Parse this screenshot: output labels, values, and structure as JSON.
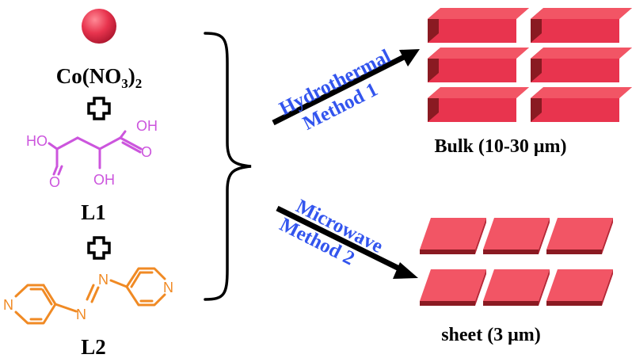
{
  "reagents": {
    "metal_salt": {
      "base": "Co(NO",
      "sub3": "3",
      "close": ")",
      "sub2": "2"
    },
    "ligand1": {
      "label": "L1",
      "oh_top": "OH",
      "ho_left": "HO",
      "o_left": "O",
      "o_right": "O",
      "oh_bottom": "OH"
    },
    "ligand2": {
      "label": "L2",
      "n_left": "N",
      "n_right": "N",
      "n_azo_top": "N",
      "n_azo_bottom": "N"
    }
  },
  "methods": {
    "method1": {
      "line1": "Hydrothermal",
      "line2": "Method 1"
    },
    "method2": {
      "line1": "Microwave",
      "line2": "Method 2"
    }
  },
  "products": {
    "bulk": {
      "caption": "Bulk (10-30 μm)"
    },
    "sheet": {
      "caption": "sheet (3 μm)"
    }
  },
  "colors": {
    "metal_sphere": "#e8344e",
    "ligand1": "#cc55dd",
    "ligand2": "#f08a24",
    "method_text": "#3355ee",
    "arrow": "#000000",
    "crystal_front": "#e8344e",
    "crystal_top": "#f25565",
    "crystal_side": "#8a1a22"
  },
  "icons": {
    "plus": "plus-outline-icon",
    "brace": "right-curly-brace",
    "arrow": "reaction-arrow"
  }
}
